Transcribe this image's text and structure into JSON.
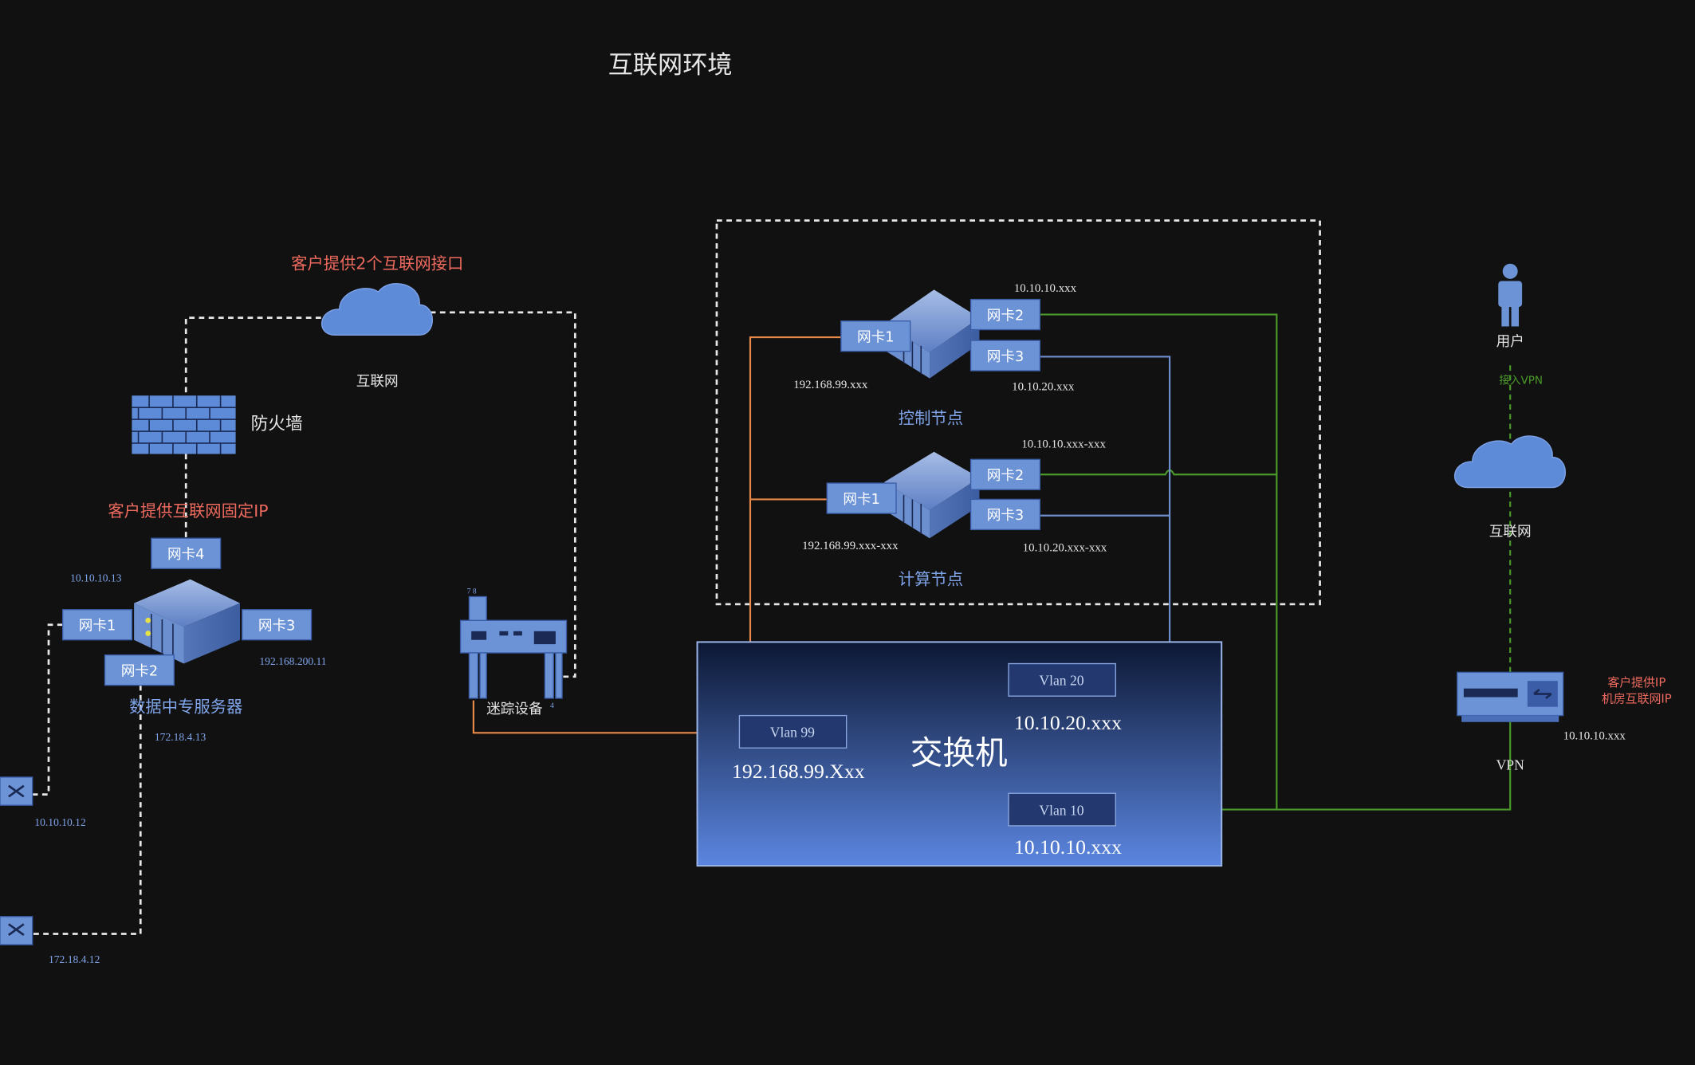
{
  "title": "互联网环境",
  "colors": {
    "background": "#111111",
    "nic_fill": "#6b93d6",
    "nic_stroke": "#3b5da8",
    "orange_link": "#e8894a",
    "green_link": "#4a9a2a",
    "blue_link": "#6e8ed0",
    "red_text": "#ee6a5e",
    "blue_text": "#7fa3e8"
  },
  "left": {
    "note_two_ports": "客户提供2个互联网接口",
    "internet_label": "互联网",
    "firewall_label": "防火墙",
    "note_fixed_ip": "客户提供互联网固定IP",
    "server_label": "数据中专服务器",
    "nic1": "网卡1",
    "nic2": "网卡2",
    "nic3": "网卡3",
    "nic4": "网卡4",
    "ip_nic4": "10.10.10.13",
    "ip_nic3": "192.168.200.11",
    "ip_nic2": "172.18.4.13",
    "device_a_ip": "10.10.10.12",
    "device_b_ip": "172.18.4.12",
    "tracking_device_label": "迷踪设备",
    "tracking_left_mark": "7 8",
    "tracking_right_mark": "4"
  },
  "control_node": {
    "label": "控制节点",
    "nic1": "网卡1",
    "nic2": "网卡2",
    "nic3": "网卡3",
    "ip_nic1": "192.168.99.xxx",
    "ip_nic2": "10.10.10.xxx",
    "ip_nic3": "10.10.20.xxx"
  },
  "compute_node": {
    "label": "计算节点",
    "nic1": "网卡1",
    "nic2": "网卡2",
    "nic3": "网卡3",
    "ip_nic1": "192.168.99.xxx-xxx",
    "ip_nic2": "10.10.10.xxx-xxx",
    "ip_nic3": "10.10.20.xxx-xxx"
  },
  "switch": {
    "label": "交换机",
    "vlan99": "Vlan 99",
    "vlan99_ip": "192.168.99.Xxx",
    "vlan20": "Vlan 20",
    "vlan20_ip": "10.10.20.xxx",
    "vlan10": "Vlan 10",
    "vlan10_ip": "10.10.10.xxx"
  },
  "right": {
    "user_label": "用户",
    "vpn_access": "接入VPN",
    "internet_label": "互联网",
    "vpn_label": "VPN",
    "vpn_ip": "10.10.10.xxx",
    "note_line1": "客户提供IP",
    "note_line2": "机房互联网IP"
  }
}
